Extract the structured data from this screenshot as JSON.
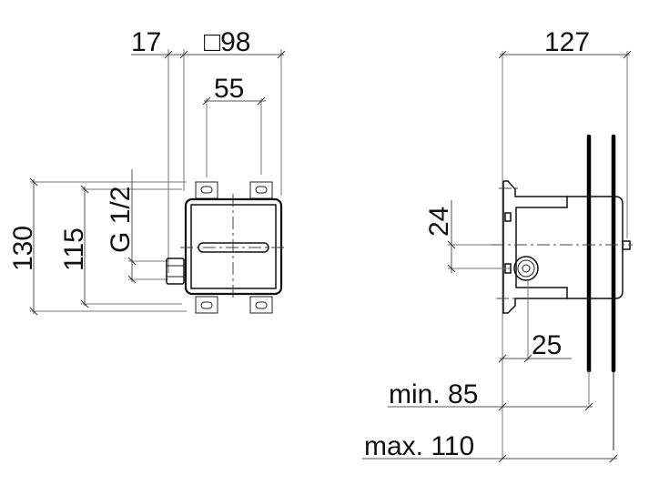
{
  "drawing": {
    "front_view": {
      "dimensions": {
        "offset_top": "17",
        "width_square": "□98",
        "inner_width": "55",
        "thread": "G 1/2",
        "height_overall": "130",
        "height_inner": "115"
      }
    },
    "side_view": {
      "dimensions": {
        "depth_overall": "127",
        "offset_vertical": "24",
        "pipe_offset": "25",
        "wall_min": "min. 85",
        "wall_max": "max. 110"
      }
    }
  }
}
